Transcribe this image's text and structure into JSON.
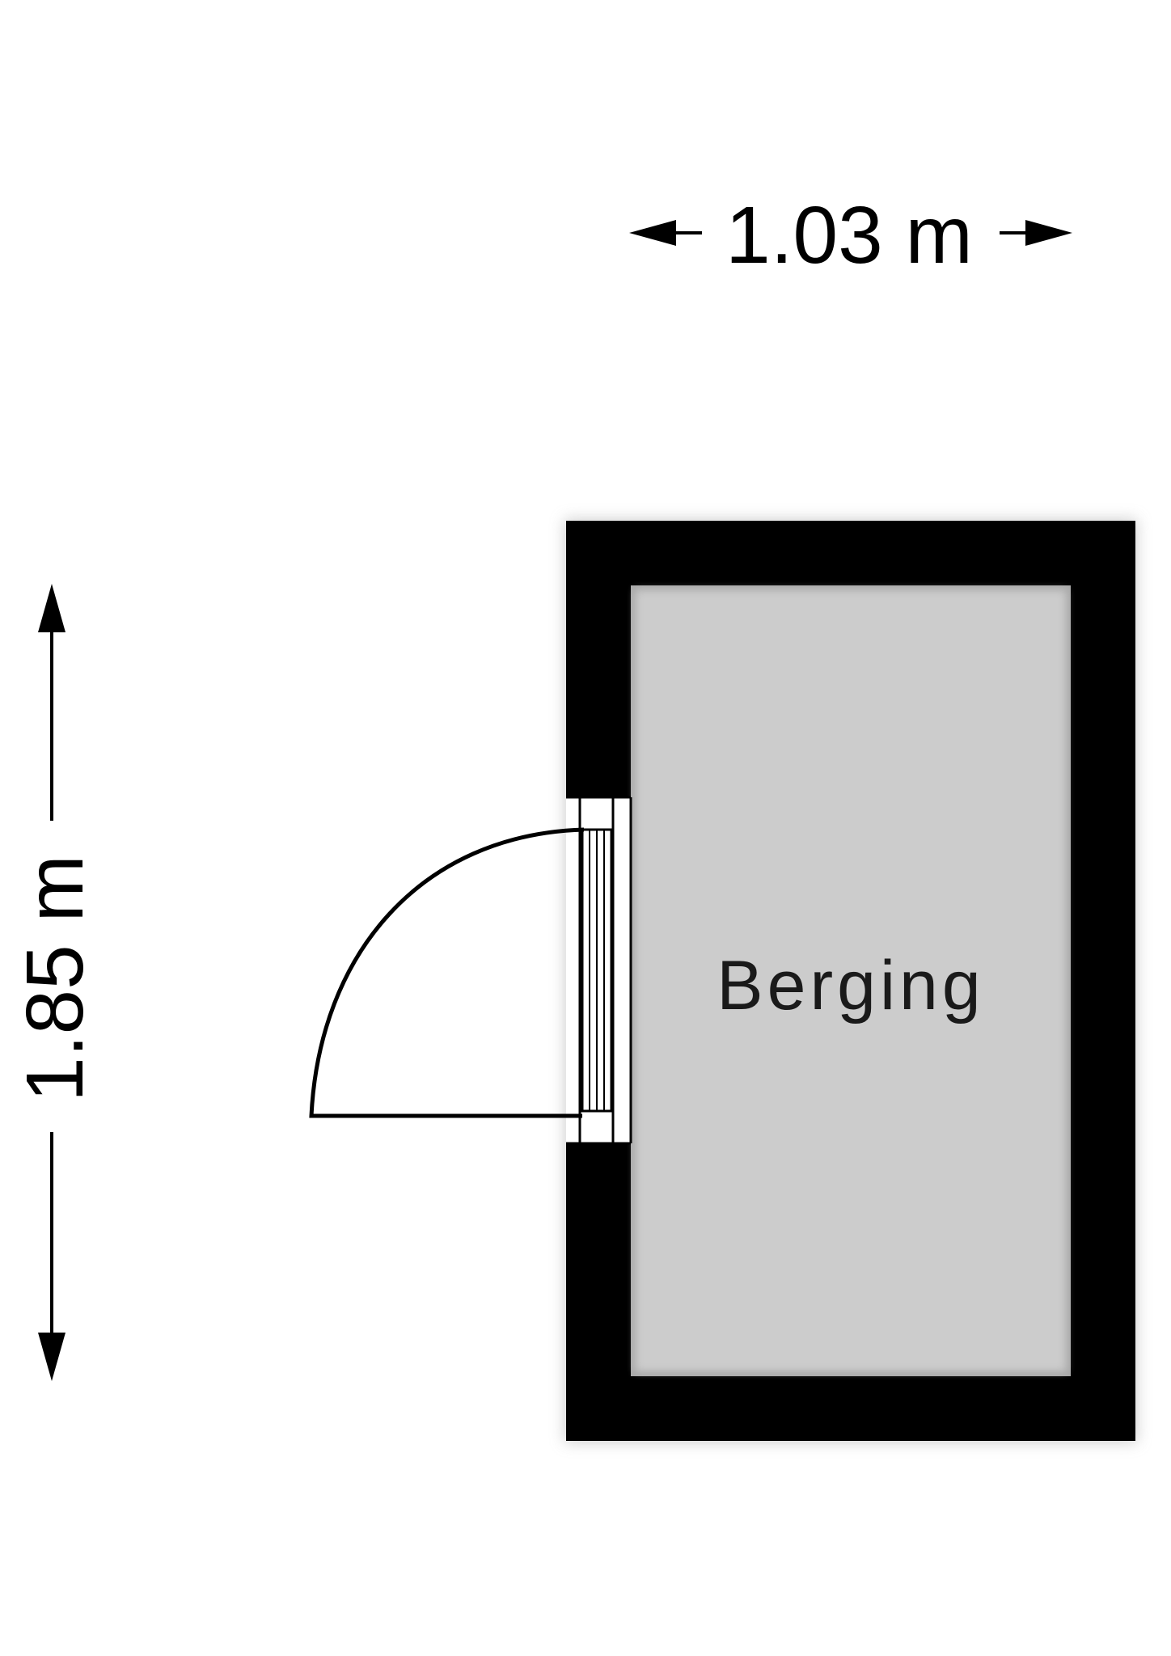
{
  "dimensions": {
    "width_label": "1.03 m",
    "height_label": "1.85 m"
  },
  "room": {
    "name": "Berging"
  },
  "colors": {
    "wall": "#000000",
    "floor": "#cccccc",
    "background": "#ffffff",
    "line": "#000000"
  }
}
